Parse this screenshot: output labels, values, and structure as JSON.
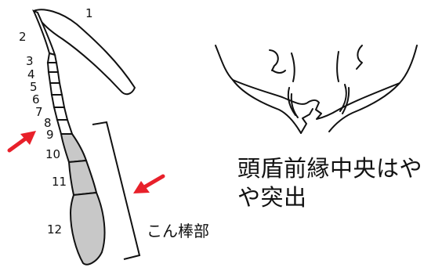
{
  "antenna": {
    "segments": [
      "1",
      "2",
      "3",
      "4",
      "5",
      "6",
      "7",
      "8",
      "9",
      "10",
      "11",
      "12"
    ],
    "club_label": "こん棒部",
    "club_fill": "#c8c8c8",
    "arrow_color": "#e8202a"
  },
  "clypeus": {
    "caption_line1": "頭盾前縁中央はや",
    "caption_line2": "や突出"
  }
}
